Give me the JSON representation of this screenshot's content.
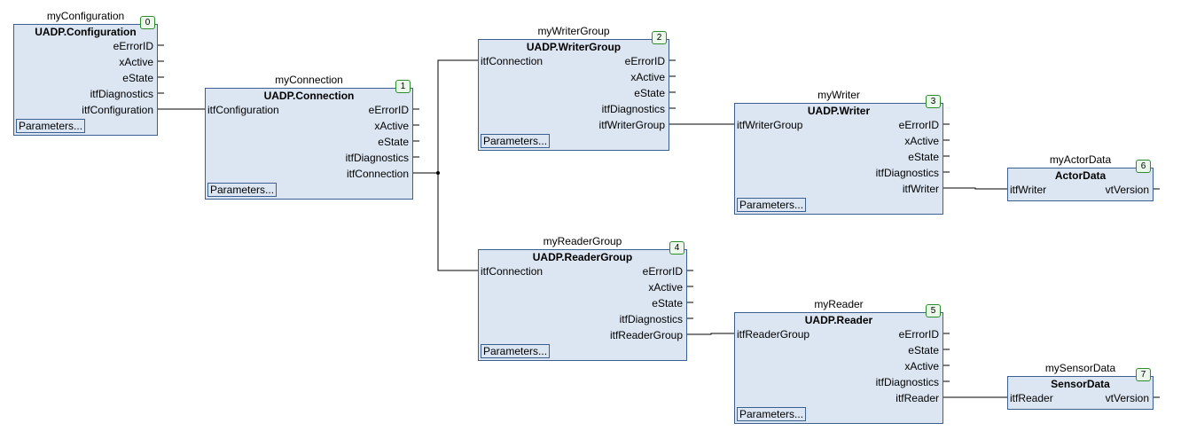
{
  "blocks": [
    {
      "instance": "myConfiguration",
      "type": "UADP.Configuration",
      "badge": "0",
      "inputs": [],
      "outputs": [
        "eErrorID",
        "xActive",
        "eState",
        "itfDiagnostics",
        "itfConfiguration"
      ],
      "params": "Parameters..."
    },
    {
      "instance": "myConnection",
      "type": "UADP.Connection",
      "badge": "1",
      "inputs": [
        "itfConfiguration"
      ],
      "outputs": [
        "eErrorID",
        "xActive",
        "eState",
        "itfDiagnostics",
        "itfConnection"
      ],
      "params": "Parameters..."
    },
    {
      "instance": "myWriterGroup",
      "type": "UADP.WriterGroup",
      "badge": "2",
      "inputs": [
        "itfConnection"
      ],
      "outputs": [
        "eErrorID",
        "xActive",
        "eState",
        "itfDiagnostics",
        "itfWriterGroup"
      ],
      "params": "Parameters..."
    },
    {
      "instance": "myWriter",
      "type": "UADP.Writer",
      "badge": "3",
      "inputs": [
        "itfWriterGroup"
      ],
      "outputs": [
        "eErrorID",
        "xActive",
        "eState",
        "itfDiagnostics",
        "itfWriter"
      ],
      "params": "Parameters..."
    },
    {
      "instance": "myReaderGroup",
      "type": "UADP.ReaderGroup",
      "badge": "4",
      "inputs": [
        "itfConnection"
      ],
      "outputs": [
        "eErrorID",
        "xActive",
        "eState",
        "itfDiagnostics",
        "itfReaderGroup"
      ],
      "params": "Parameters..."
    },
    {
      "instance": "myReader",
      "type": "UADP.Reader",
      "badge": "5",
      "inputs": [
        "itfReaderGroup"
      ],
      "outputs": [
        "eErrorID",
        "eState",
        "xActive",
        "itfDiagnostics",
        "itfReader"
      ],
      "params": "Parameters..."
    },
    {
      "instance": "myActorData",
      "type": "ActorData",
      "badge": "6",
      "inputs": [
        "itfWriter"
      ],
      "outputs": [
        "vtVersion"
      ],
      "params": ""
    },
    {
      "instance": "mySensorData",
      "type": "SensorData",
      "badge": "7",
      "inputs": [
        "itfReader"
      ],
      "outputs": [
        "vtVersion"
      ],
      "params": ""
    }
  ],
  "connections": [
    {
      "from": "myConfiguration.itfConfiguration",
      "to": "myConnection.itfConfiguration"
    },
    {
      "from": "myConnection.itfConnection",
      "to": "myWriterGroup.itfConnection"
    },
    {
      "from": "myConnection.itfConnection",
      "to": "myReaderGroup.itfConnection"
    },
    {
      "from": "myWriterGroup.itfWriterGroup",
      "to": "myWriter.itfWriterGroup"
    },
    {
      "from": "myReaderGroup.itfReaderGroup",
      "to": "myReader.itfReaderGroup"
    },
    {
      "from": "myWriter.itfWriter",
      "to": "myActorData.itfWriter"
    },
    {
      "from": "myReader.itfReader",
      "to": "mySensorData.itfReader"
    }
  ],
  "colors": {
    "block_fill": "#dce6f2",
    "block_border": "#3b5f8e",
    "badge_border": "#2e8b2e",
    "wire": "#000000"
  }
}
